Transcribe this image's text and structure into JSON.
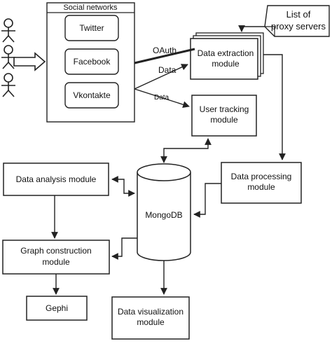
{
  "social_networks": {
    "title": "Social networks",
    "items": [
      "Twitter",
      "Facebook",
      "Vkontakte"
    ]
  },
  "proxy": [
    "List of",
    "proxy servers"
  ],
  "extraction": [
    "Data extraction",
    "module"
  ],
  "tracking": [
    "User tracking",
    "module"
  ],
  "processing": [
    "Data processing",
    "module"
  ],
  "analysis": [
    "Data analysis module"
  ],
  "mongodb": "MongoDB",
  "graph": [
    "Graph construction",
    "module"
  ],
  "gephi": "Gephi",
  "visualization": [
    "Data visualization",
    "module"
  ],
  "edges": {
    "oauth": "OAuth",
    "data_extraction": "Data",
    "data_tracking": "Data"
  }
}
